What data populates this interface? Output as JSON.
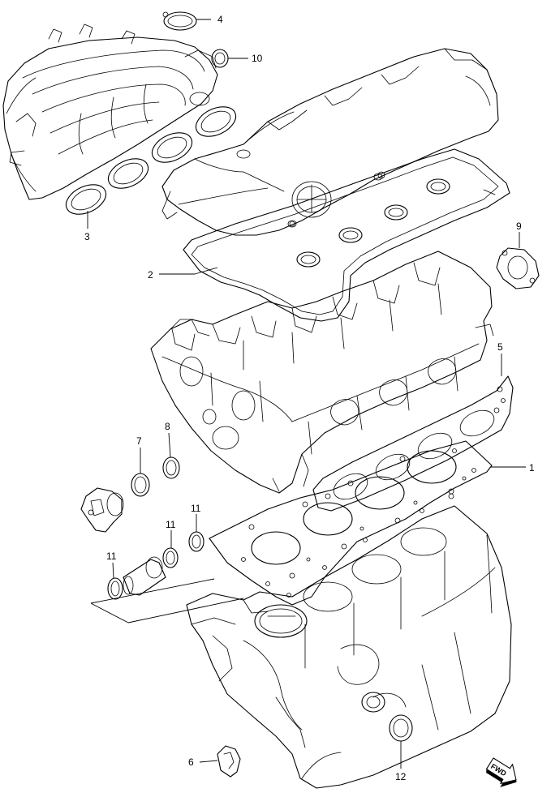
{
  "callouts": {
    "c1": "1",
    "c2": "2",
    "c3": "3",
    "c4": "4",
    "c5": "5",
    "c6": "6",
    "c7": "7",
    "c8": "8",
    "c9": "9",
    "c10": "10",
    "c11a": "11",
    "c11b": "11",
    "c11c": "11",
    "c12": "12"
  },
  "fwd_label": "FWD"
}
